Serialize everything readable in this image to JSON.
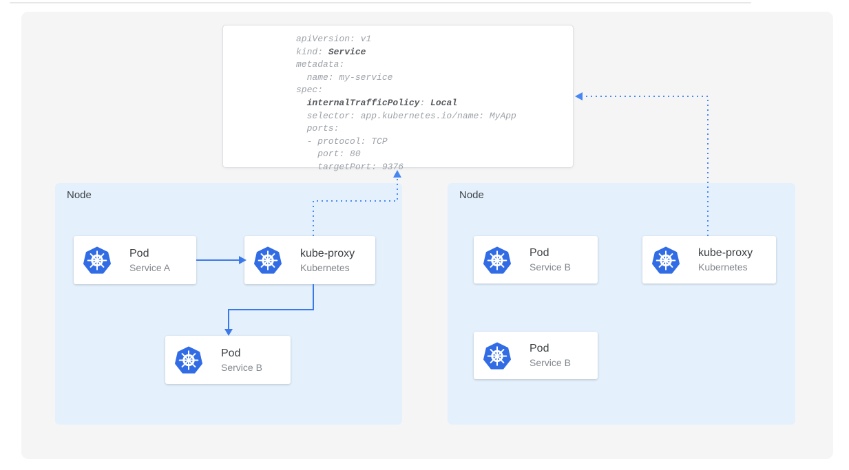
{
  "diagram": {
    "title_semantic": "Kubernetes Service internalTrafficPolicy diagram"
  },
  "yaml_panel": {
    "apiVersion": "apiVersion: v1",
    "kind_key": "kind: ",
    "kind_val": "Service",
    "metadata": "metadata:",
    "name": "  name: my-service",
    "spec": "spec:",
    "itp_indent": "  ",
    "itp_key": "internalTrafficPolicy",
    "itp_sep": ": ",
    "itp_val": "Local",
    "selector": "  selector: app.kubernetes.io/name: MyApp",
    "ports": "  ports:",
    "protocol": "  - protocol: TCP",
    "port": "    port: 80",
    "targetPort": "    targetPort: 9376"
  },
  "nodes": {
    "left": {
      "label": "Node",
      "cards": {
        "pod_a": {
          "title": "Pod",
          "subtitle": "Service A",
          "icon": "kubernetes-icon"
        },
        "kube_proxy": {
          "title": "kube-proxy",
          "subtitle": "Kubernetes",
          "icon": "kubernetes-icon"
        },
        "pod_b": {
          "title": "Pod",
          "subtitle": "Service B",
          "icon": "kubernetes-icon"
        }
      }
    },
    "right": {
      "label": "Node",
      "cards": {
        "pod_b1": {
          "title": "Pod",
          "subtitle": "Service B",
          "icon": "kubernetes-icon"
        },
        "kube_proxy": {
          "title": "kube-proxy",
          "subtitle": "Kubernetes",
          "icon": "kubernetes-icon"
        },
        "pod_b2": {
          "title": "Pod",
          "subtitle": "Service B",
          "icon": "kubernetes-icon"
        }
      }
    }
  },
  "colors": {
    "accent_blue_solid_arrow": "#3c79e8",
    "accent_blue_dotted_arrow": "#4787f2",
    "kubernetes_logo_blue": "#326ce5",
    "node_background": "#e4f1fd",
    "canvas_background": "#f5f5f5",
    "yaml_text_gray": "#9da2a8",
    "yaml_text_bold": "#56595d"
  }
}
